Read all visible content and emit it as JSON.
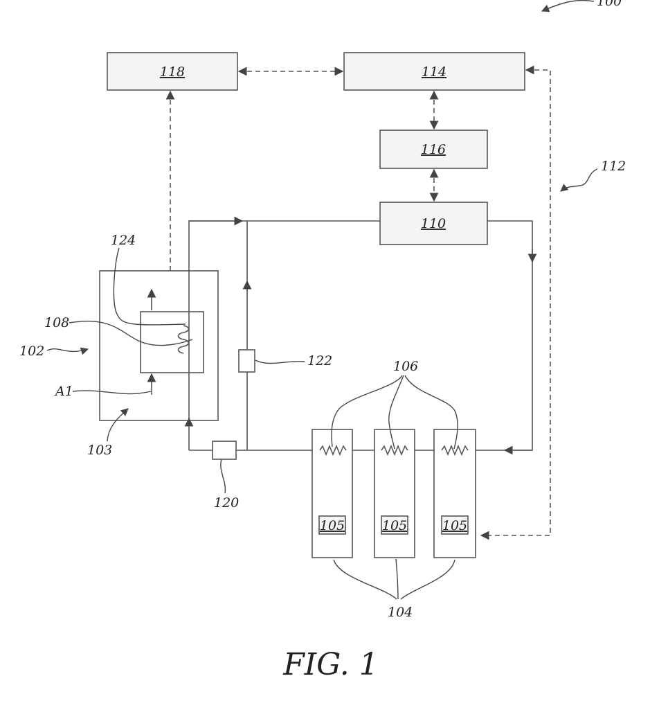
{
  "figure": {
    "caption": "FIG. 1",
    "system_ref": "100",
    "blocks": {
      "b118": "118",
      "b114": "114",
      "b116": "116",
      "b110": "110",
      "b105a": "105",
      "b105b": "105",
      "b105c": "105"
    },
    "refs": {
      "r112": "112",
      "r124": "124",
      "r108": "108",
      "r102": "102",
      "r103": "103",
      "rA1": "A1",
      "r122": "122",
      "r120": "120",
      "r106": "106",
      "r104": "104"
    }
  }
}
